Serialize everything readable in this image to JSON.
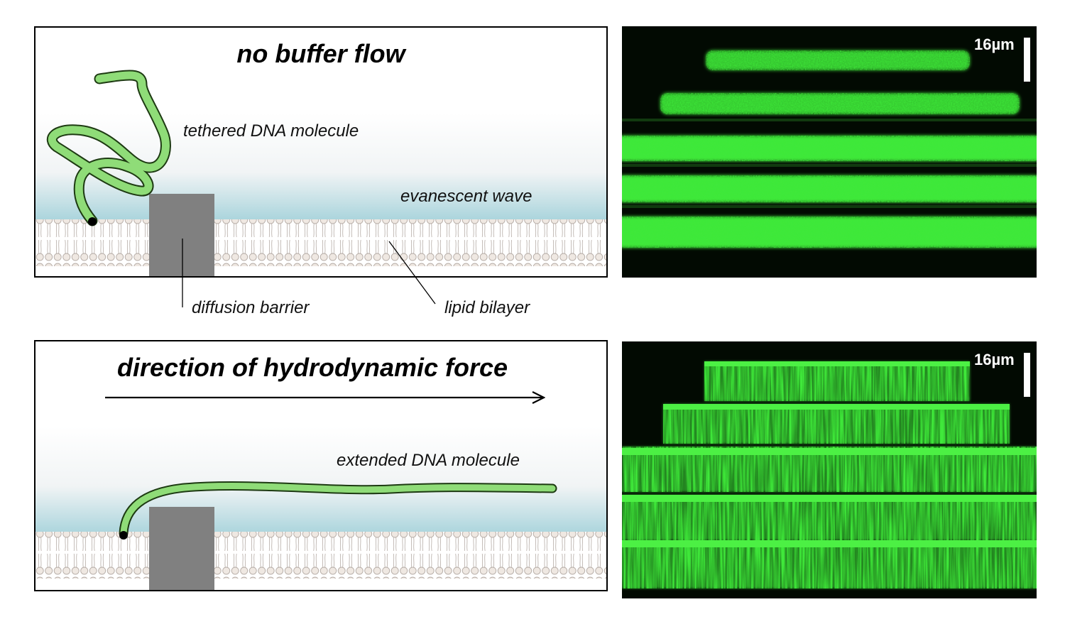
{
  "top_panel": {
    "title": "no buffer flow",
    "dna_label": "tethered DNA molecule",
    "wave_label": "evanescent wave"
  },
  "annotations": {
    "barrier_label": "diffusion barrier",
    "bilayer_label": "lipid bilayer"
  },
  "bottom_panel": {
    "title": "direction of hydrodynamic force",
    "dna_label": "extended DNA molecule"
  },
  "micrographs": {
    "top_scale": "16µm",
    "bottom_scale": "16µm"
  },
  "colors": {
    "dna_fill": "#8fdc78",
    "dna_outline": "#1d3a12",
    "barrier": "#808080",
    "evanescent": "#a9d4dc",
    "fluorescence": "#3fe83a",
    "micrograph_bg": "#020a02"
  }
}
